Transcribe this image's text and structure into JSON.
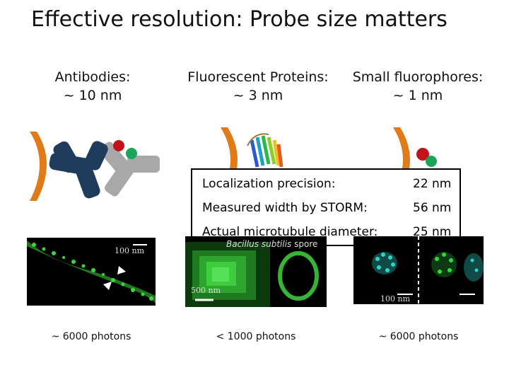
{
  "slide": {
    "title": "Effective resolution: Probe size matters"
  },
  "columns": [
    {
      "label_line1": "Antibodies:",
      "label_line2": "~ 10 nm"
    },
    {
      "label_line1": "Fluorescent Proteins:",
      "label_line2": "~ 3 nm"
    },
    {
      "label_line1": "Small fluorophores:",
      "label_line2": "~ 1 nm"
    }
  ],
  "table": {
    "rows": [
      {
        "key": "Localization precision:",
        "value": "22 nm"
      },
      {
        "key": "Measured width by STORM:",
        "value": "56 nm"
      },
      {
        "key": "Actual microtubule diameter:",
        "value": "25 nm"
      }
    ]
  },
  "images": {
    "left_scale_bar": "100 nm",
    "middle_label": "Bacillus subtilis",
    "middle_label_suffix": "spore",
    "middle_scale_bar": "500 nm",
    "right_scale_bar": "100 nm"
  },
  "captions": [
    "~ 6000 photons",
    "< 1000 photons",
    "~ 6000 photons"
  ],
  "colors": {
    "bracket": "#e07b1a",
    "antibody_primary": "#1f3c5c",
    "antibody_secondary": "#a8a8a8",
    "dot_red": "#c0141a",
    "dot_green": "#1aa55a",
    "fluor_green": "#2edb3a",
    "cyan_fluor": "#2ad6c8"
  }
}
